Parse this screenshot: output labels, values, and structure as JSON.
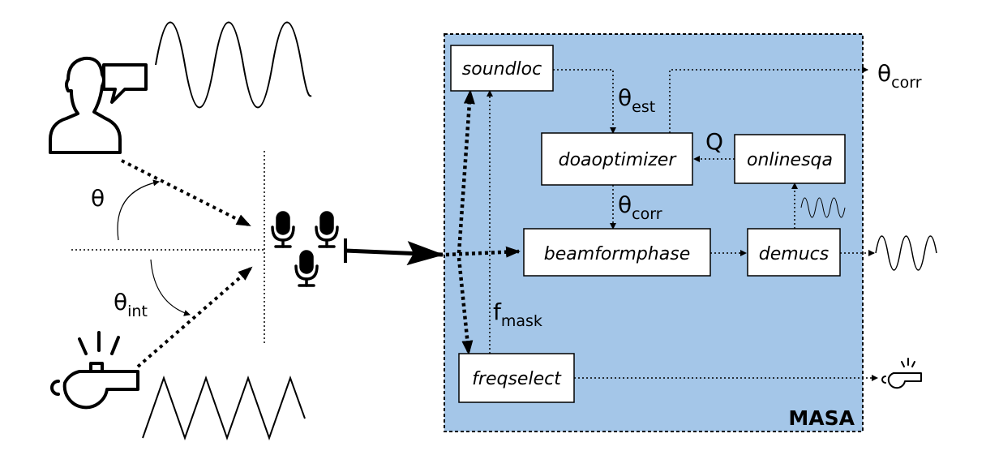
{
  "modules": {
    "soundloc": "soundloc",
    "doaoptimizer": "doaoptimizer",
    "onlinesqa": "onlinesqa",
    "beamformphase": "beamformphase",
    "demucs": "demucs",
    "freqselect": "freqselect"
  },
  "system_label": "MASA",
  "symbols": {
    "theta": "θ",
    "theta_int_base": "θ",
    "theta_int_sub": "int",
    "theta_est_base": "θ",
    "theta_est_sub": "est",
    "theta_corr_mid_base": "θ",
    "theta_corr_mid_sub": "corr",
    "theta_corr_out_base": "θ",
    "theta_corr_out_sub": "corr",
    "q": "Q",
    "f_mask_base": "f",
    "f_mask_sub": "mask"
  },
  "icons": [
    "speaker-person-icon",
    "speech-bubble-icon",
    "whistle-icon",
    "microphone-icon",
    "small-whistle-icon"
  ],
  "colors": {
    "panel_fill": "#a4c6e8",
    "module_fill": "#ffffff",
    "stroke": "#000000"
  }
}
